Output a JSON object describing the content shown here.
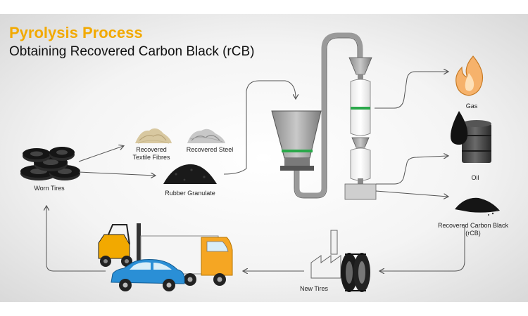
{
  "title": "Pyrolysis Process",
  "subtitle": "Obtaining Recovered Carbon Black (rCB)",
  "labels": {
    "worn_tires": "Worn Tires",
    "textile_fibres_line1": "Recovered",
    "textile_fibres_line2": "Textile Fibres",
    "recovered_steel": "Recovered Steel",
    "rubber_granulate": "Rubber Granulate",
    "gas": "Gas",
    "oil": "Oil",
    "rcb_line1": "Recovered Carbon Black",
    "rcb_line2": "(rCB)",
    "new_tires": "New Tires"
  },
  "colors": {
    "accent": "#f2a900",
    "title_text": "#111111",
    "truck_yellow": "#f5a623",
    "car_blue": "#2a8fd6",
    "reactor_stripe": "#2aa84a",
    "flame": "#f6b26b"
  }
}
